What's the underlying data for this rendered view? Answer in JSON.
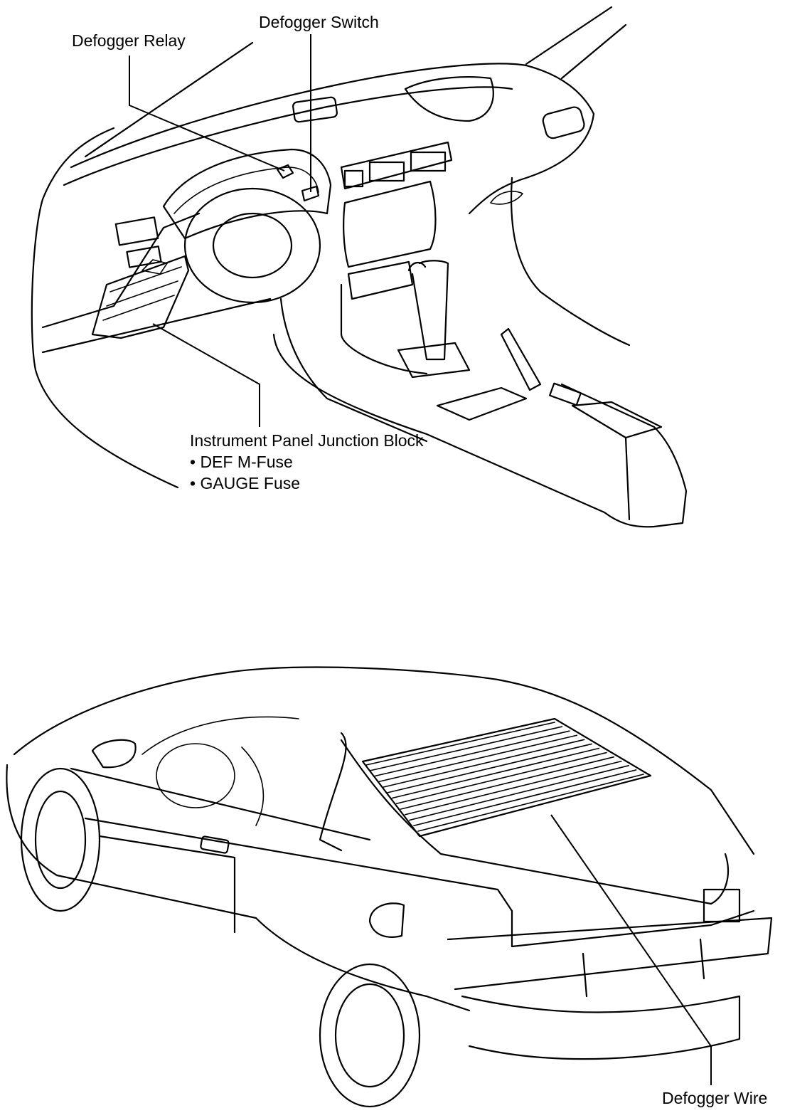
{
  "labels": {
    "defogger_relay": "Defogger Relay",
    "defogger_switch": "Defogger Switch",
    "junction_block": {
      "title": "Instrument Panel Junction Block",
      "items": [
        "• DEF M-Fuse",
        "• GAUGE Fuse"
      ]
    },
    "defogger_wire": "Defogger Wire"
  }
}
